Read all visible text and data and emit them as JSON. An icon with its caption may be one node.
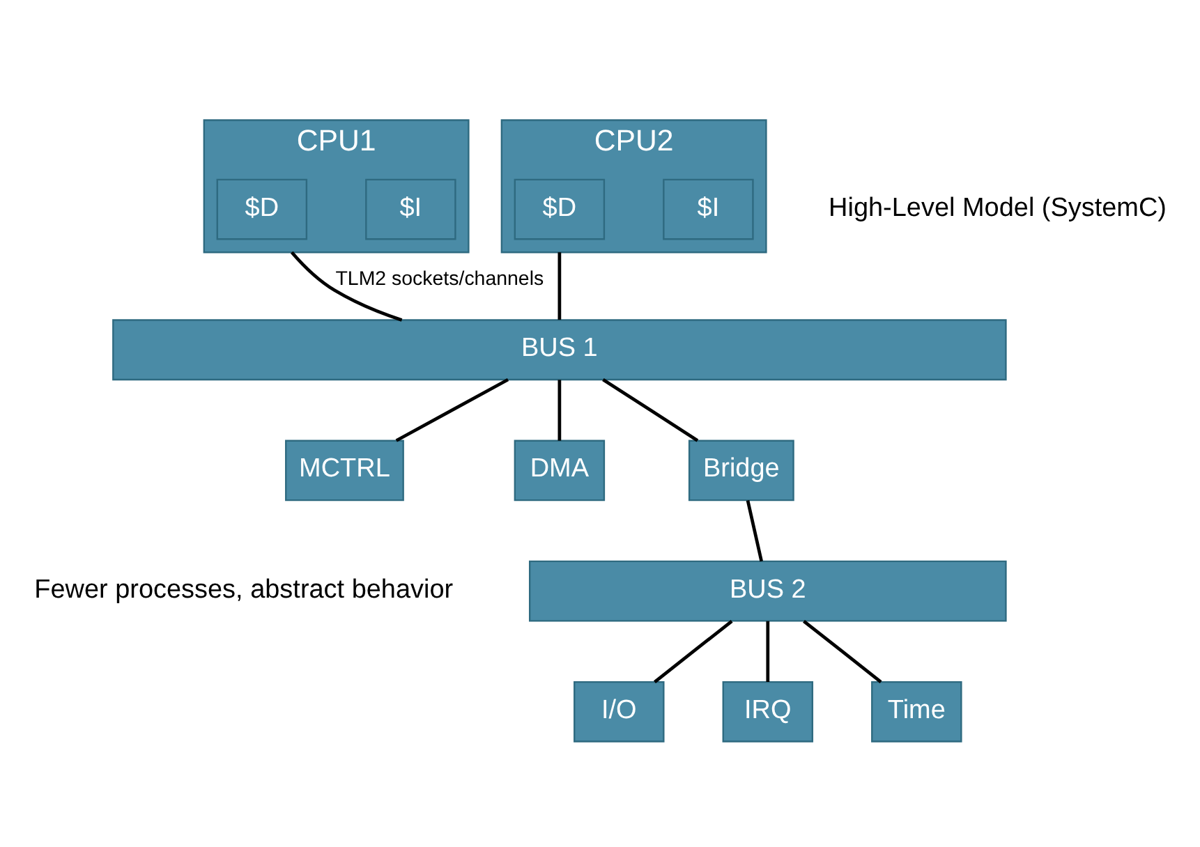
{
  "diagram": {
    "nodes": [
      {
        "text": [
          "CPU1"
        ]
      },
      {
        "text": [
          "$I"
        ],
        "in": 0
      },
      {
        "text": [
          "$D"
        ],
        "in": 0
      },
      {
        "text": [
          "CPU2"
        ]
      },
      {
        "text": [
          "$I"
        ],
        "in": 3
      },
      {
        "text": [
          "$D"
        ],
        "in": 3
      },
      {
        "text": [
          "BUS 1"
        ]
      },
      {
        "text": [
          "MCTRL"
        ]
      },
      {
        "text": [
          "DMA"
        ]
      },
      {
        "text": [
          "Bridge"
        ]
      },
      {
        "text": [
          "BUS 2"
        ]
      },
      {
        "text": [
          "I/O"
        ]
      },
      {
        "text": [
          "IRQ"
        ]
      },
      {
        "text": [
          "Time"
        ]
      }
    ],
    "edges": [
      {
        "from": 0,
        "to": 6,
        "arrow": "none",
        "label": "TLM2 sockets/channels"
      },
      {
        "from": 3,
        "to": 6,
        "arrow": "none"
      },
      {
        "from": 6,
        "to": 7,
        "arrow": "none"
      },
      {
        "from": 6,
        "to": 8,
        "arrow": "none"
      },
      {
        "from": 6,
        "to": 9,
        "arrow": "none"
      },
      {
        "from": 9,
        "to": 10,
        "arrow": "none"
      },
      {
        "from": 10,
        "to": 11,
        "arrow": "none"
      },
      {
        "from": 10,
        "to": 12,
        "arrow": "none"
      },
      {
        "from": 10,
        "to": 13,
        "arrow": "none"
      }
    ],
    "labels": [
      "High-Level Model (SystemC)",
      "Fewer processes, abstract behavior"
    ]
  }
}
